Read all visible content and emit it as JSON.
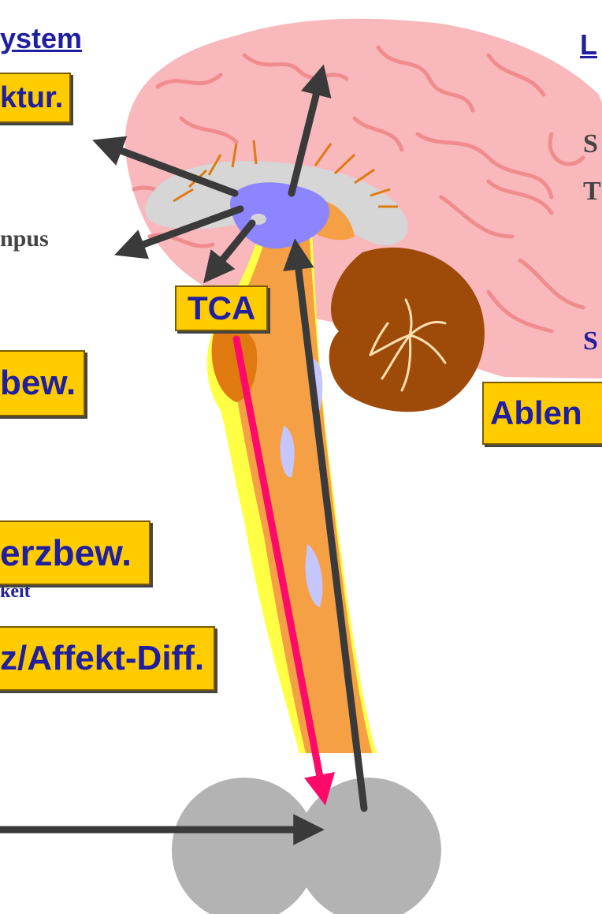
{
  "headings": {
    "left": "ystem",
    "right": "L"
  },
  "labels": {
    "ktur": "ktur.",
    "bew": "bew.",
    "erzbew": "erzbew.",
    "affekt": "z/Affekt-Diff.",
    "tca": "TCA",
    "ablen": "Ablen"
  },
  "side_text": {
    "npus": "npus",
    "keit": "keit",
    "s1": "S",
    "t1": "T",
    "s2": "S"
  },
  "colors": {
    "brain": "#f9b8bb",
    "brain_fold": "#f08c8f",
    "label_fill": "#ffcc00",
    "label_text": "#1f1fa0",
    "arrow_dark": "#3a3a3a",
    "arrow_pink": "#ff0a6a",
    "spinal_orange": "#f5a045",
    "spinal_yellow": "#ffff44",
    "cerebellum": "#9e4b0a",
    "thalamus": "#8c85ff",
    "ganglion": "#b3b3b3"
  }
}
